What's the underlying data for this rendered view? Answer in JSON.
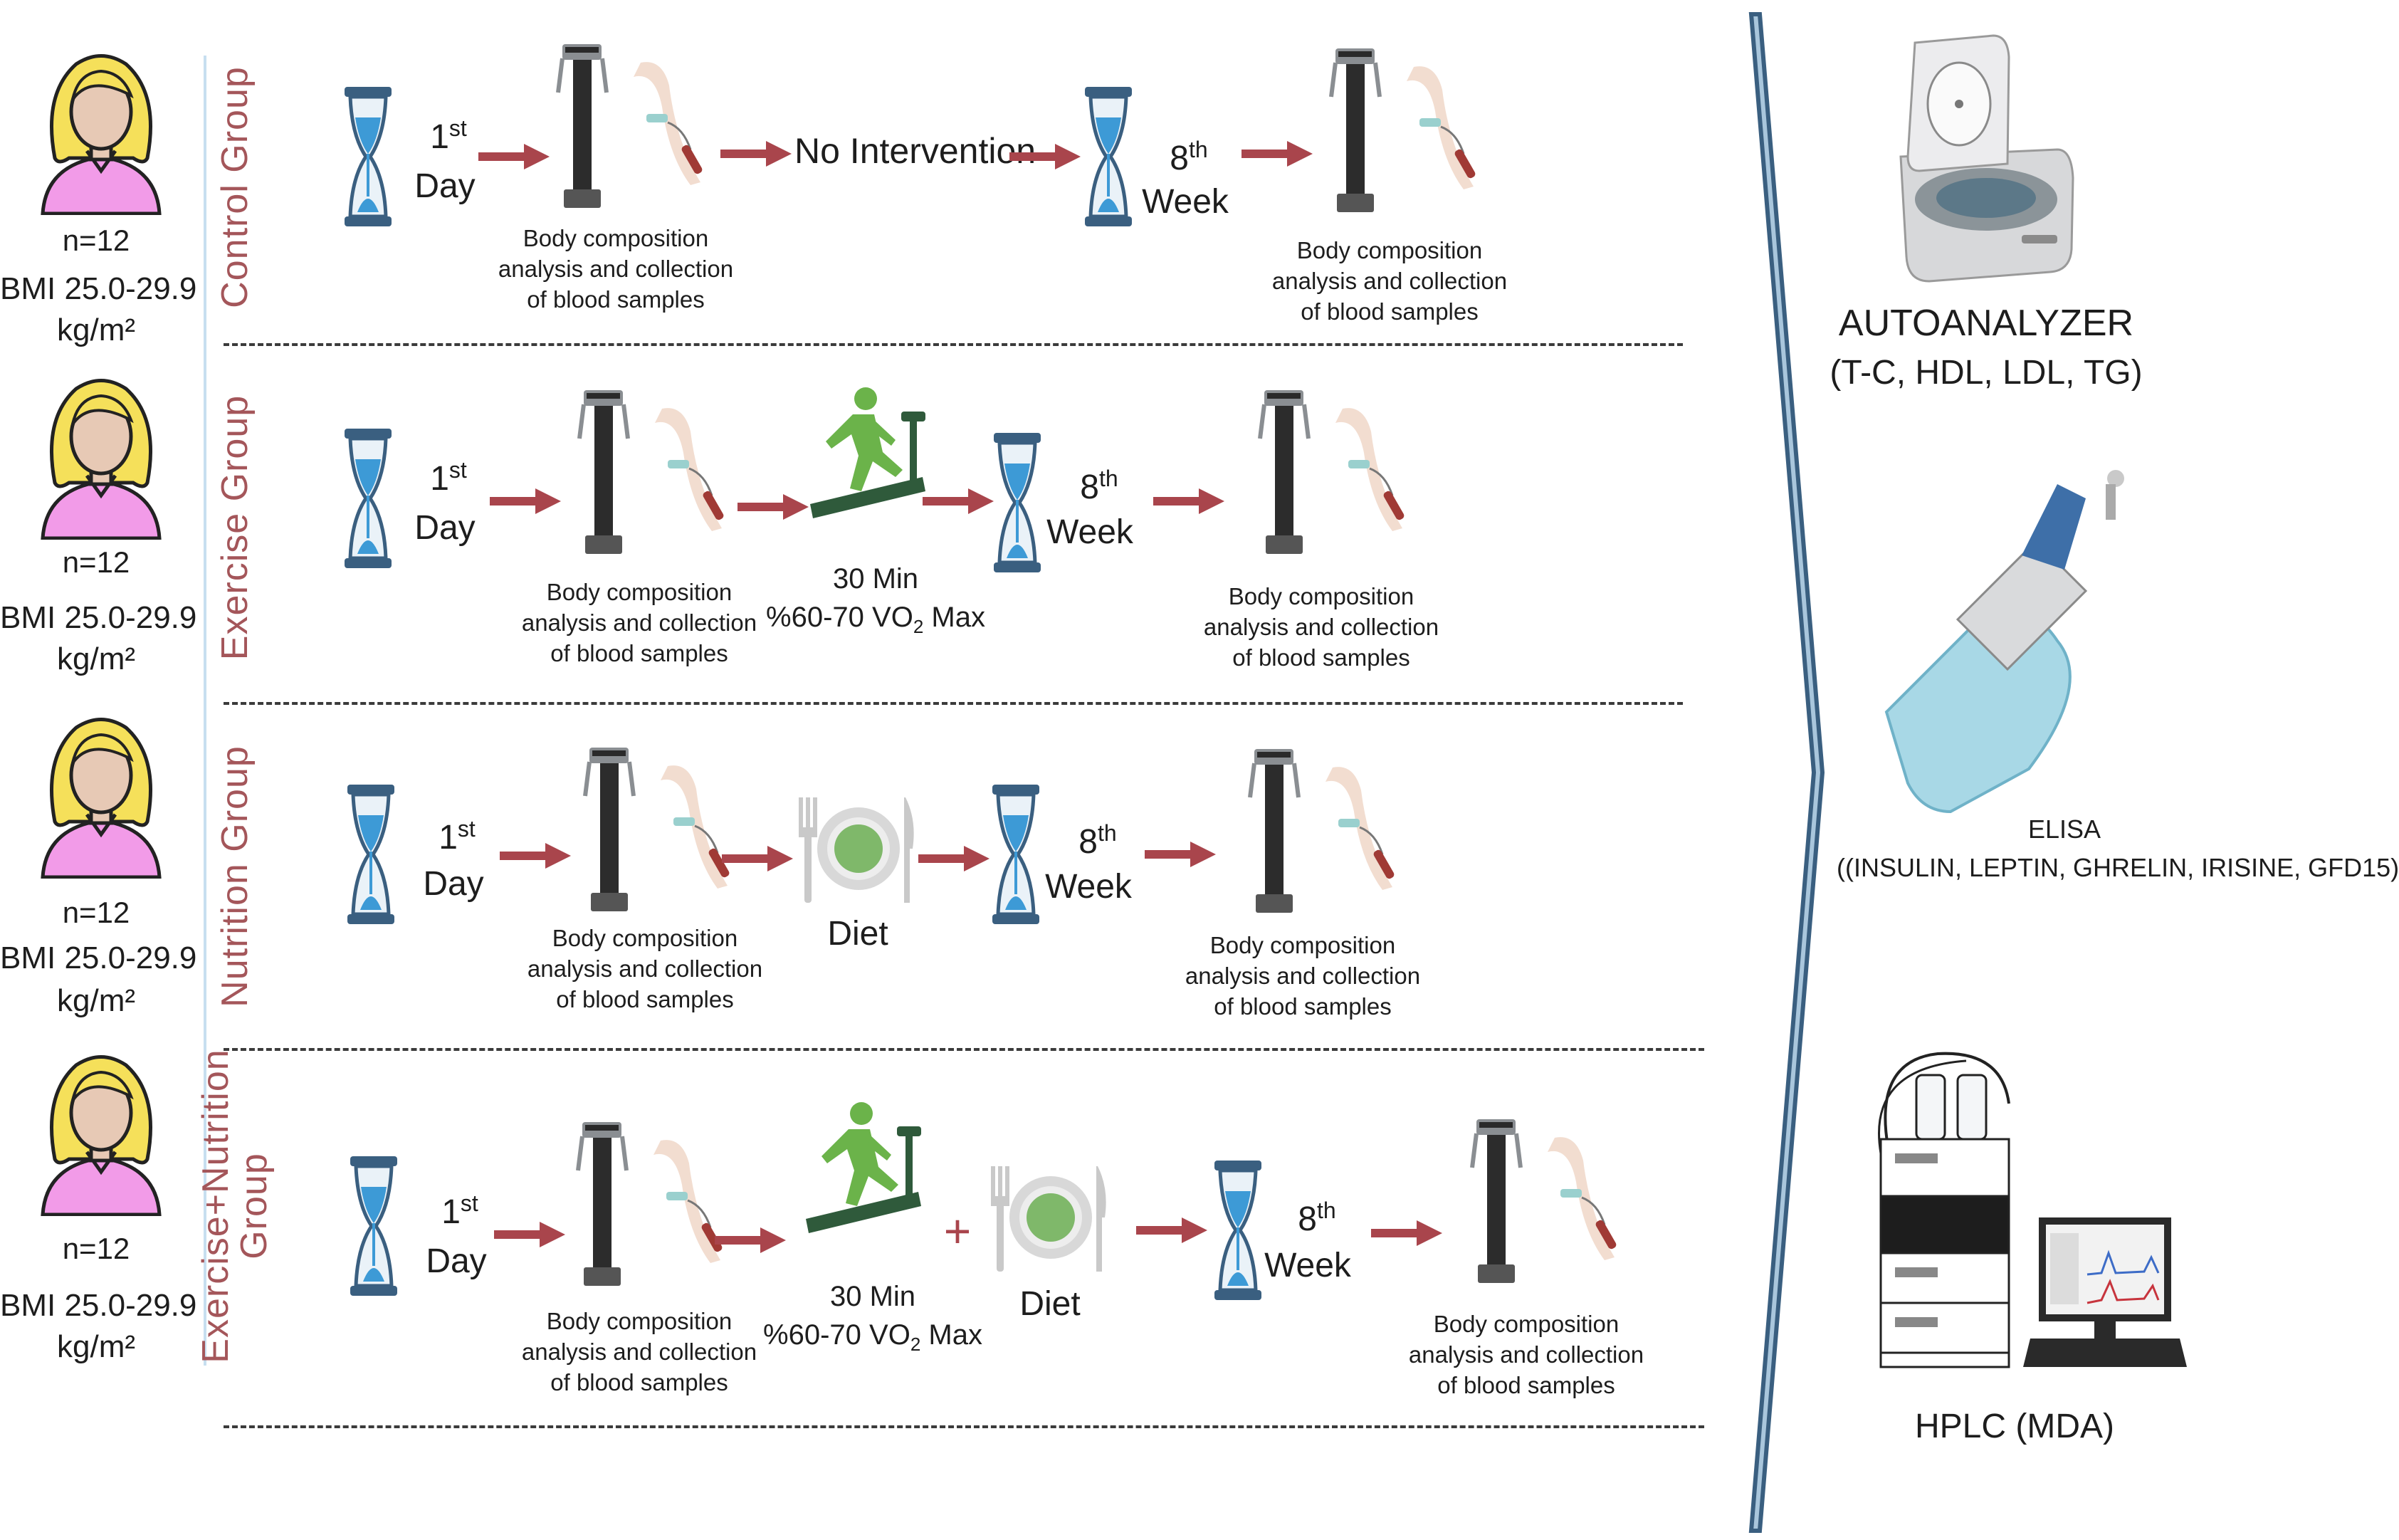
{
  "groups": [
    {
      "name": "Control Group",
      "n": "n=12",
      "bmi_line1": "BMI 25.0-29.9",
      "bmi_line2": "kg/m²",
      "start": {
        "num": "1",
        "sup": "st",
        "unit": "Day"
      },
      "end": {
        "num": "8",
        "sup": "th",
        "unit": "Week"
      },
      "intervention": {
        "label": "No Intervention"
      },
      "caption_1": "Body composition",
      "caption_2": "analysis and collection",
      "caption_3": "of blood samples"
    },
    {
      "name": "Exercise Group",
      "n": "n=12",
      "bmi_line1": "BMI 25.0-29.9",
      "bmi_line2": "kg/m²",
      "start": {
        "num": "1",
        "sup": "st",
        "unit": "Day"
      },
      "end": {
        "num": "8",
        "sup": "th",
        "unit": "Week"
      },
      "intervention": {
        "line1": "30 Min",
        "line2_prefix": "%60-70 VO",
        "line2_sub": "2",
        "line2_suffix": " Max"
      },
      "caption_1": "Body composition",
      "caption_2": "analysis and collection",
      "caption_3": "of blood samples"
    },
    {
      "name": "Nutrition Group",
      "n": "n=12",
      "bmi_line1": "BMI 25.0-29.9",
      "bmi_line2": "kg/m²",
      "start": {
        "num": "1",
        "sup": "st",
        "unit": "Day"
      },
      "end": {
        "num": "8",
        "sup": "th",
        "unit": "Week"
      },
      "intervention": {
        "label": "Diet"
      },
      "caption_1": "Body composition",
      "caption_2": "analysis and collection",
      "caption_3": "of blood samples"
    },
    {
      "name_line1": "Exercise+Nutrition",
      "name_line2": "Group",
      "n": "n=12",
      "bmi_line1": "BMI 25.0-29.9",
      "bmi_line2": "kg/m²",
      "start": {
        "num": "1",
        "sup": "st",
        "unit": "Day"
      },
      "end": {
        "num": "8",
        "sup": "th",
        "unit": "Week"
      },
      "intervention": {
        "line1": "30 Min",
        "line2_prefix": "%60-70 VO",
        "line2_sub": "2",
        "line2_suffix": " Max",
        "plus": "+",
        "diet": "Diet"
      },
      "caption_1": "Body composition",
      "caption_2": "analysis and collection",
      "caption_3": "of blood samples"
    }
  ],
  "labs": {
    "autoanalyzer": {
      "title": "AUTOANALYZER",
      "sub": "(T-C, HDL, LDL, TG)"
    },
    "elisa": {
      "title": "ELISA",
      "sub": "((INSULIN, LEPTIN, GHRELIN, IRISINE, GFD15)"
    },
    "hplc": {
      "title": "HPLC (MDA)"
    }
  },
  "colors": {
    "arrow": "#a9454c",
    "group_label": "#a4565a",
    "hourglass_frame": "#3a5f80",
    "sand": "#3d9ad6",
    "treadmill_runner": "#6bb34a",
    "treadmill_base": "#2f5a3b",
    "woman_hair": "#f5e05a",
    "woman_shirt": "#f29be8",
    "woman_skin": "#e7c9b5",
    "brace": "#a9c6dc"
  }
}
